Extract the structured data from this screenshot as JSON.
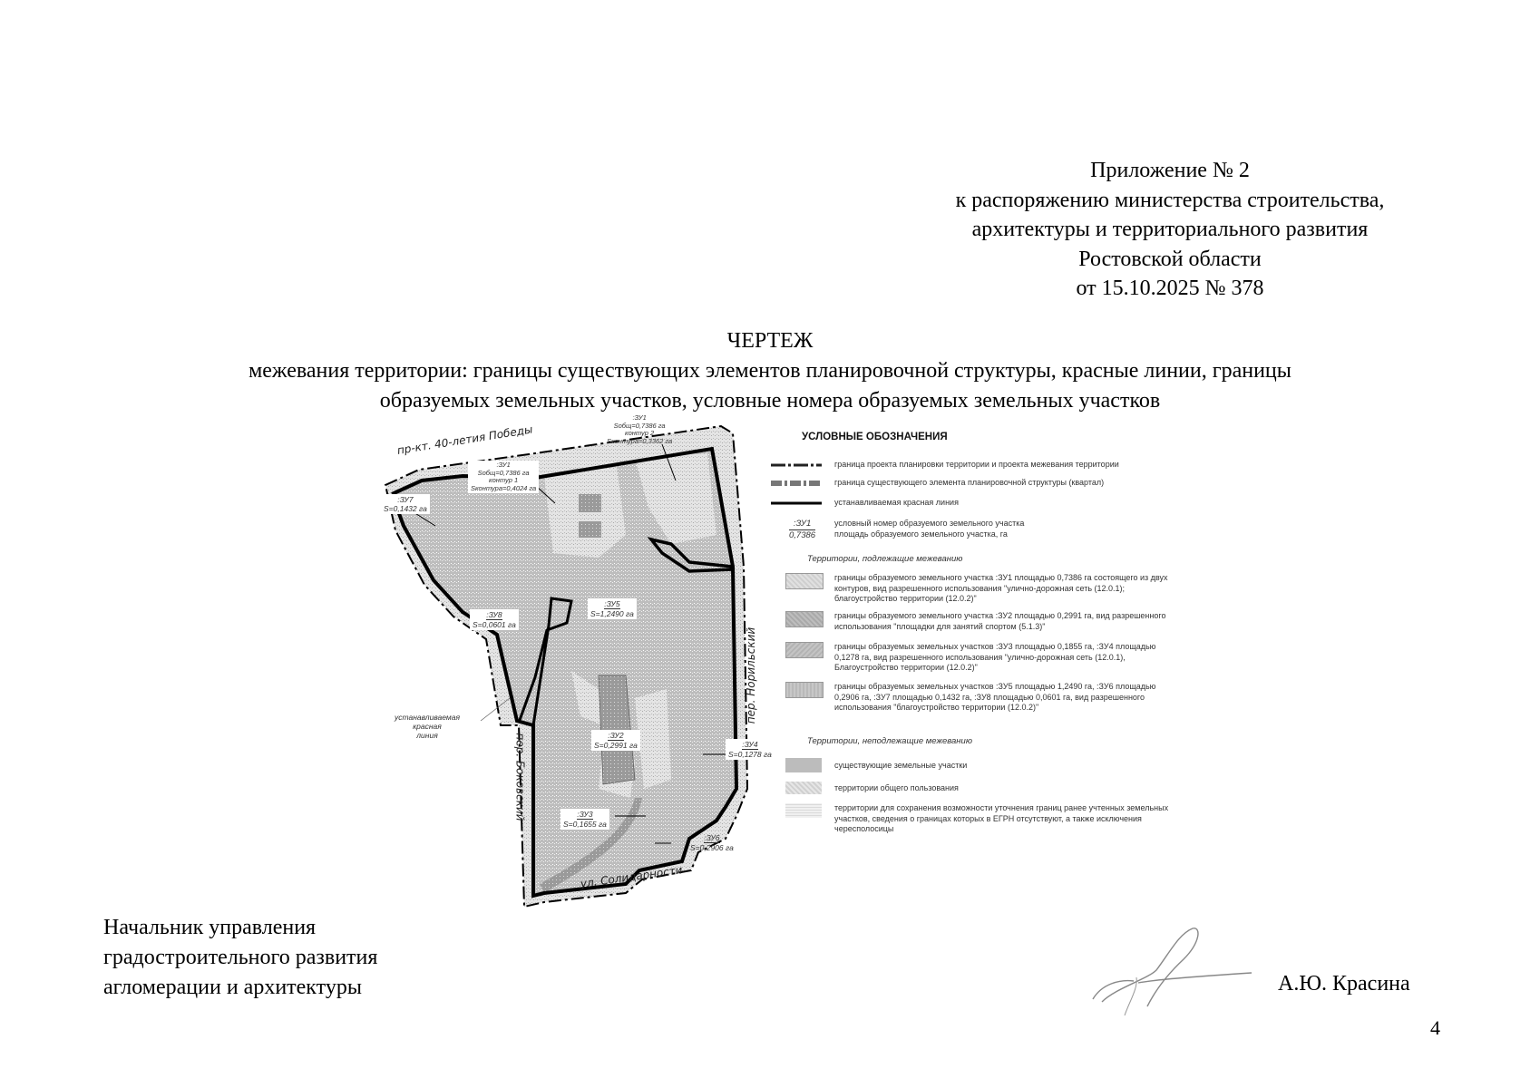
{
  "header": {
    "lines": [
      "Приложение № 2",
      "к распоряжению министерства строительства,",
      "архитектуры и территориального развития",
      "Ростовской области",
      "от 15.10.2025 № 378"
    ]
  },
  "title": {
    "heading": "ЧЕРТЕЖ",
    "subtitle_lines": [
      "межевания территории: границы существующих элементов планировочной структуры, красные линии, границы",
      "образуемых земельных участков, условные номера образуемых земельных участков"
    ]
  },
  "map": {
    "streets": {
      "top": "пр-кт. 40-летия Победы",
      "left": "пер. Боковский",
      "right": "пер. Норильский",
      "bottom": "ул. Солидарности"
    },
    "red_line_callout": [
      "устанавливаемая",
      "красная",
      "линия"
    ],
    "plots": {
      "zu1_c2": {
        "num": ":ЗУ1",
        "lines": [
          "Sобщ=0,7386 га",
          "контур 2",
          "Sконтура=0,3362 га"
        ]
      },
      "zu1_c1": {
        "num": ":ЗУ1",
        "lines": [
          "Sобщ=0,7386 га",
          "контур 1",
          "Sконтура=0,4024 га"
        ]
      },
      "zu7": {
        "num": ":ЗУ7",
        "area": "S=0,1432 га"
      },
      "zu8": {
        "num": ":ЗУ8",
        "area": "S=0,0601 га"
      },
      "zu5": {
        "num": ":ЗУ5",
        "area": "S=1,2490 га"
      },
      "zu2": {
        "num": ":ЗУ2",
        "area": "S=0,2991 га"
      },
      "zu4": {
        "num": ":ЗУ4",
        "area": "S=0,1278 га"
      },
      "zu3": {
        "num": ":ЗУ3",
        "area": "S=0,1655 га"
      },
      "zu6": {
        "num": ":ЗУ6",
        "area": "S=0,2906 га"
      }
    },
    "colors": {
      "fill_existing": "#b9b9b9",
      "fill_public": "#e2e2e2",
      "fill_plot": "#9c9c9c",
      "red_line": "#000000"
    }
  },
  "legend": {
    "title": "УСЛОВНЫЕ ОБОЗНАЧЕНИЯ",
    "lines": [
      "граница проекта планировки территории и проекта межевания территории",
      "граница существующего элемента планировочной структуры (квартал)",
      "устанавливаемая красная линия"
    ],
    "plot_label": {
      "num": ":ЗУ1",
      "area": "0,7386",
      "text1": "условный номер образуемого земельного участка",
      "text2": "площадь образуемого земельного участка, га"
    },
    "section1": "Территории, подлежащие межеванию",
    "fills1": [
      "границы образуемого земельного участка :ЗУ1 площадью 0,7386 га состоящего из двух контуров, вид разрешенного использования \"улично-дорожная сеть (12.0.1); благоустройство территории (12.0.2)\"",
      "границы образуемого земельного участка :ЗУ2 площадью 0,2991 га, вид разрешенного использования \"площадки для занятий спортом (5.1.3)\"",
      "границы образуемых земельных участков :ЗУ3 площадью 0,1855 га, :ЗУ4 площадью 0,1278 га, вид разрешенного использования \"улично-дорожная сеть (12.0.1), Благоустройство территории (12.0.2)\"",
      "границы образуемых земельных участков :ЗУ5 площадью 1,2490 га, :ЗУ6 площадью 0,2906 га, :ЗУ7 площадью 0,1432 га, :ЗУ8 площадью 0,0601 га, вид разрешенного использования \"благоустройство территории (12.0.2)\""
    ],
    "section2": "Территории, неподлежащие межеванию",
    "fills2": [
      "существующие земельные участки",
      "территории общего пользования",
      "территории для сохранения возможности уточнения границ ранее учтенных земельных участков, сведения о границах которых в ЕГРН отсутствуют, а также исключения чересполосицы"
    ]
  },
  "footer": {
    "position_lines": [
      "Начальник управления",
      "градостроительного развития",
      "агломерации и архитектуры"
    ],
    "signer": "А.Ю. Красина",
    "page_number": "4"
  }
}
